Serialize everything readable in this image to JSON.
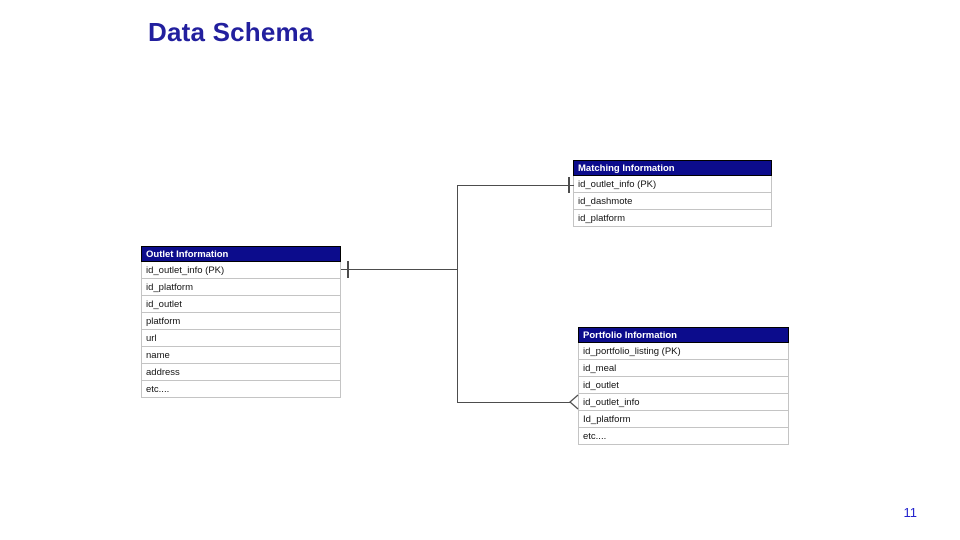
{
  "slide": {
    "title": "Data Schema",
    "page_number": "11"
  },
  "colors": {
    "title_text": "#221f9e",
    "table_header_bg": "#0c0c8c",
    "table_header_border": "#000000",
    "table_header_text": "#ffffff",
    "row_border": "#c4c4c4",
    "body_text": "#111111",
    "connector": "#4d4d4d",
    "page_number": "#2323cd"
  },
  "tables": {
    "outlet": {
      "title": "Outlet Information",
      "rows": [
        "id_outlet_info (PK)",
        "id_platform",
        "id_outlet",
        "platform",
        "url",
        "name",
        "address",
        "etc...."
      ]
    },
    "matching": {
      "title": "Matching Information",
      "rows": [
        "id_outlet_info (PK)",
        "id_dashmote",
        "id_platform"
      ]
    },
    "portfolio": {
      "title": "Portfolio Information",
      "rows": [
        "id_portfolio_listing (PK)",
        "id_meal",
        "id_outlet",
        "id_outlet_info",
        "Id_platform",
        "etc...."
      ]
    }
  }
}
